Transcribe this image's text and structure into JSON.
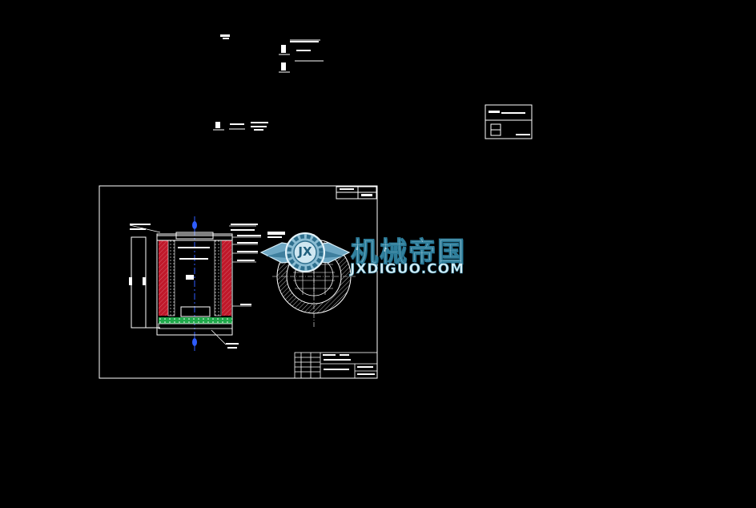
{
  "watermark": {
    "title": "机械帝国",
    "subtitle": "JXDIGUO.COM",
    "logo_letters": "JX"
  },
  "colors": {
    "background": "#000000",
    "line": "#ffffff",
    "wall_red": "#c0182a",
    "ground_green": "#1fa84a",
    "axis_blue": "#2f5dff",
    "watermark_blue": "#6ea8c4"
  }
}
